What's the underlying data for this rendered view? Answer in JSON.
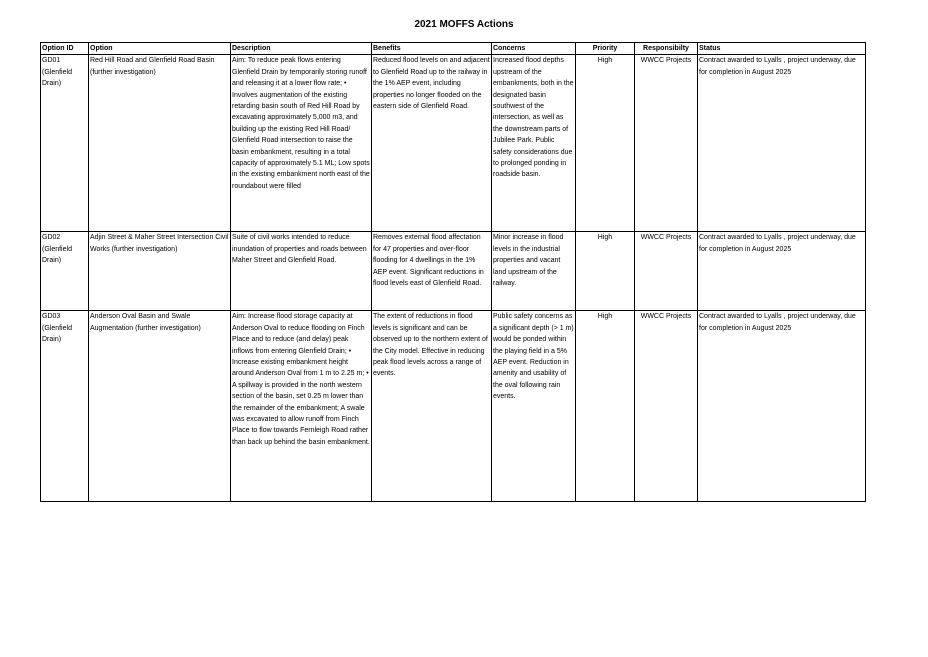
{
  "title": "2021 MOFFS Actions",
  "columns": [
    "Option ID",
    "Option",
    "Description",
    "Benefits",
    "Concerns",
    "Priority",
    "Responsibilty",
    "Status"
  ],
  "rows": [
    {
      "id": "GD01 (Glenfield Drain)",
      "option": "Red Hill Road and Glenfield Road Basin (further investigation)",
      "description": "Aim: To reduce peak flows entering Glenfield Drain by temporarily storing runoff and releasing it at a lower flow rate; • Involves augmentation of the existing retarding basin south of Red Hill Road by excavating approximately 5,000 m3, and building up the existing Red Hill Road/ Glenfield Road intersection to raise the basin embankment, resulting in a total capacity of approximately 5.1 ML; Low spots in the existing embankment north east of the roundabout were filled",
      "benefits": "Reduced flood levels on and adjacent to Glenfield Road up to the railway in the 1% AEP event, including properties no longer flooded on the eastern side of Glenfield Road.",
      "concerns": "Increased flood depths upstream of the embankments, both in the designated basin southwest of the intersection, as well as the downstream parts of Jubilee Park. Public safety considerations due to prolonged ponding in roadside basin.",
      "priority": "High",
      "responsibility": "WWCC Projects",
      "status": "Contract awarded to Lyalls , project underway, due for completion in August 2025"
    },
    {
      "id": "GD02 (Glenfield Drain)",
      "option": "Adjin Street & Maher Street Intersection Civil Works (further investigation)",
      "description": "Suite of civil works intended to reduce inundation of properties and roads between Maher Street and Glenfield Road.",
      "benefits": "Removes external flood affectation for 47 properties and over-floor flooding for 4 dwellings in the 1% AEP event. Significant reductions in flood levels east of Glenfield Road.",
      "concerns": "Minor increase in flood levels in the industrial properties and vacant land upstream of the railway.",
      "priority": "High",
      "responsibility": "WWCC Projects",
      "status": "Contract awarded to Lyalls , project underway, due for completion in August 2025"
    },
    {
      "id": "GD03 (Glenfield Drain)",
      "option": "Anderson Oval Basin and Swale Augmentation (further investigation)",
      "description": "Aim: Increase flood storage capacity at Anderson Oval to reduce flooding on Finch Place and to reduce (and delay) peak inflows from entering Glenfield Drain; • Increase existing embankment height around Anderson Oval from 1 m to 2.25 m; • A spillway is provided in the north western section of the basin, set 0.25 m lower than the remainder of the embankment; A swale was excavated to allow runoff from Finch Place to flow towards Fernleigh Road rather than back up behind the basin embankment.",
      "benefits": "The extent of reductions in flood levels is significant and can be observed up to the northern extent of the City model. Effective in reducing peak flood levels across a range of events.",
      "concerns": "Public safety concerns as a significant depth (> 1 m) would be ponded within the playing field in a 5% AEP event. Reduction in amenity and usability of the oval following rain events.",
      "priority": "High",
      "responsibility": "WWCC Projects",
      "status": "Contract awarded to Lyalls , project underway, due for completion in August 2025"
    }
  ]
}
